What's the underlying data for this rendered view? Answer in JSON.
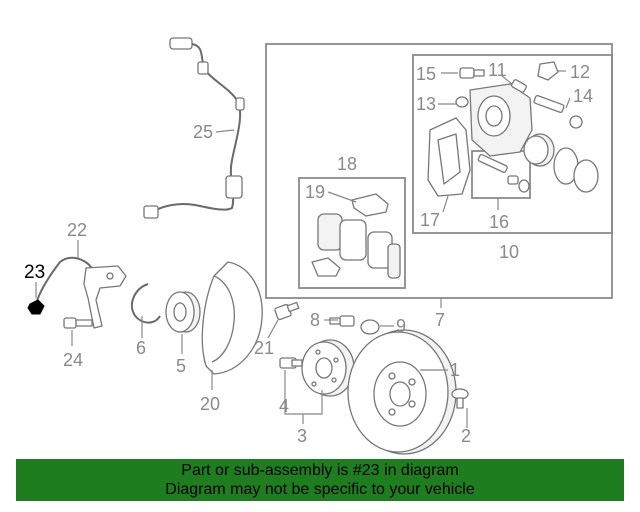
{
  "callouts": {
    "c1": "1",
    "c2": "2",
    "c3": "3",
    "c4": "4",
    "c5": "5",
    "c6": "6",
    "c7": "7",
    "c8": "8",
    "c9": "9",
    "c10": "10",
    "c11": "11",
    "c12": "12",
    "c13": "13",
    "c14": "14",
    "c15": "15",
    "c16": "16",
    "c17": "17",
    "c18": "18",
    "c19": "19",
    "c20": "20",
    "c21": "21",
    "c22": "22",
    "c23": "23",
    "c24": "24",
    "c25": "25"
  },
  "highlighted_part": "23",
  "colors": {
    "banner_bg": "#1e7d1e",
    "highlight": "#000000",
    "line_art": "#777777"
  },
  "banner": {
    "line1": "Part or sub-assembly is #23 in diagram",
    "line2": "Diagram may not be specific to your vehicle"
  }
}
